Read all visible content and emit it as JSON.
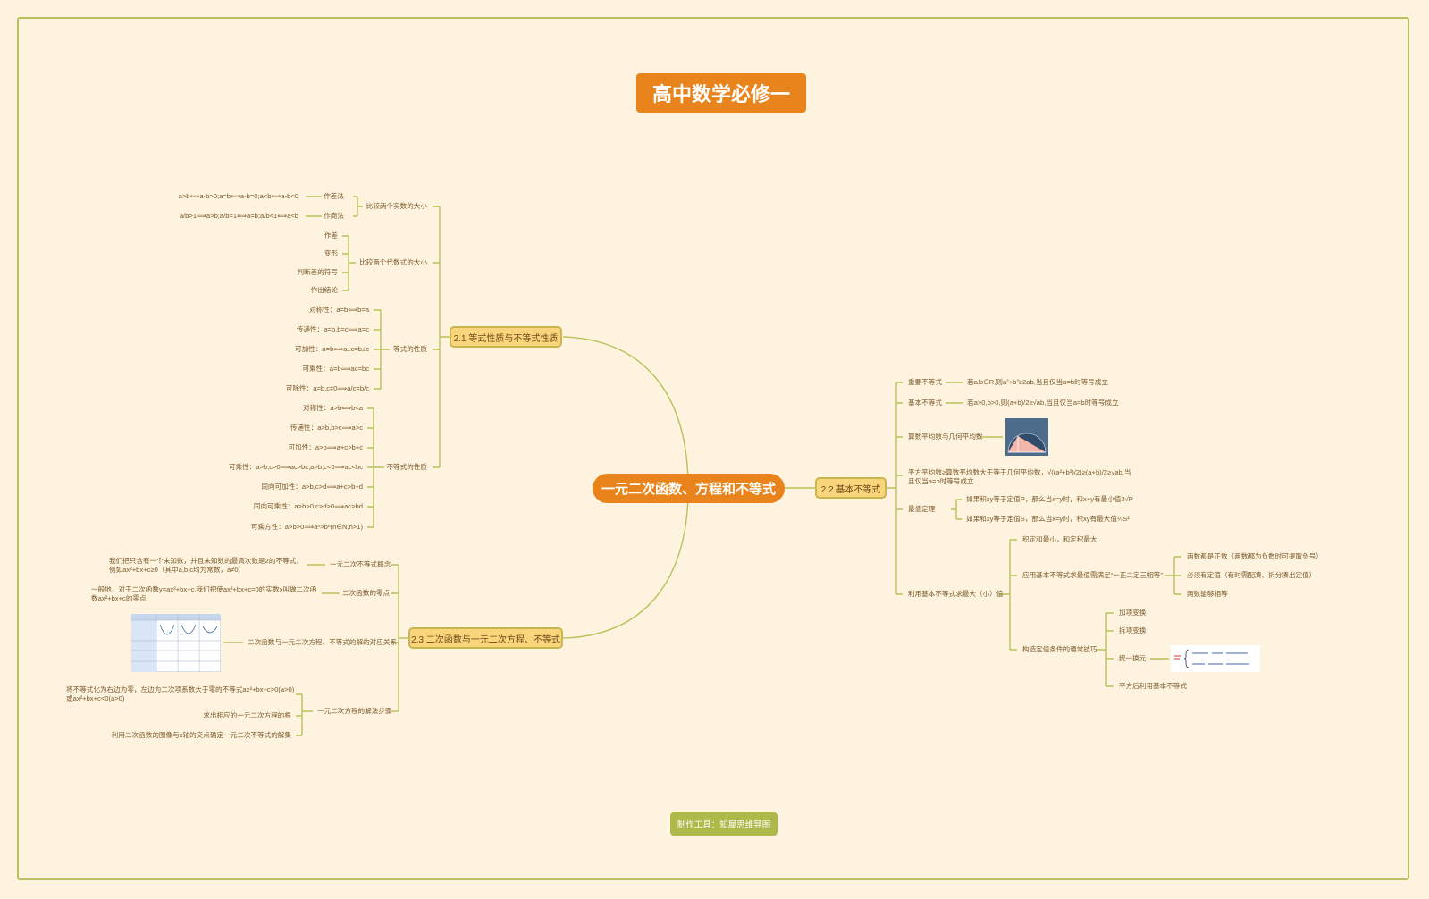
{
  "title": "高中数学必修一",
  "center": "一元二次函数、方程和不等式",
  "footer": "制作工具：知犀思维导图",
  "b1": {
    "label": "2.1 等式性质与不等式性质",
    "g1": {
      "label": "比较两个实数的大小",
      "i1": "作差法",
      "i1v": "a>b⟺a-b>0;a=b⟺a-b=0;a<b⟺a-b<0",
      "i2": "作商法",
      "i2v": "a/b>1⟺a>b;a/b=1⟺a=b;a/b<1⟺a<b"
    },
    "g2": {
      "label": "比较两个代数式的大小",
      "items": [
        "作差",
        "变形",
        "判断差的符号",
        "作出结论"
      ]
    },
    "g3": {
      "label": "等式的性质",
      "items": [
        "对称性：a=b⟺b=a",
        "传递性：a=b,b=c⟹a=c",
        "可加性：a=b⟺a±c=b±c",
        "可乘性：a=b⟹ac=bc",
        "可除性：a=b,c≠0⟹a/c=b/c"
      ]
    },
    "g4": {
      "label": "不等式的性质",
      "items": [
        "对称性：a>b⟺b<a",
        "传递性：a>b,b>c⟹a>c",
        "可加性：a>b⟹a+c>b+c",
        "可乘性：a>b,c>0⟹ac>bc;a>b,c<0⟹ac<bc",
        "同向可加性：a>b,c>d⟹a+c>b+d",
        "同向可乘性：a>b>0,c>d>0⟹ac>bd",
        "可乘方性：a>b>0⟹aⁿ>bⁿ(n∈N,n>1)"
      ]
    }
  },
  "b2": {
    "label": "2.2 基本不等式",
    "n1": "重要不等式",
    "n1v": "若a,b∈R,则a²+b²≥2ab,当且仅当a=b时等号成立",
    "n2": "基本不等式",
    "n2v": "若a>0,b>0,则(a+b)/2≥√ab,当且仅当a=b时等号成立",
    "n3": "算数平均数与几何平均数",
    "n4": "平方平均数≥算数平均数大于等于几何平均数，√((a²+b²)/2)≥(a+b)/2≥√ab,当且仅当a=b时等号成立",
    "n5": "最值定理",
    "n5a": "如果积xy等于定值P，那么当x=y时，和x+y有最小值2√P",
    "n5b": "如果和xy等于定值S，那么当x=y时，积xy有最大值¼S²",
    "n6": "利用基本不等式求最大（小）值",
    "n6a": "积定和最小，和定积最大",
    "n6b": "应用基本不等式求最值需满足“一正二定三相等”",
    "n6b_items": [
      "两数都是正数（两数都为负数时可提取负号）",
      "必须有定值（有时需配凑、拆分凑出定值）",
      "两数能够相等"
    ],
    "n6c": "构造定值条件的通常技巧",
    "n6c_items": [
      "加项变换",
      "拆项变换",
      "统一换元",
      "平方后利用基本不等式"
    ]
  },
  "b3": {
    "label": "2.3 二次函数与一元二次方程、不等式",
    "c1": "一元二次不等式概念",
    "c1v": "我们把只含有一个未知数，并且未知数的最高次数是2的不等式，例如ax²+bx+c≥0（其中a,b,c均为常数，a≠0）",
    "c2": "二次函数的零点",
    "c2v": "一般地，对于二次函数y=ax²+bx+c,我们把使ax²+bx+c=0的实数x叫做二次函数ax²+bx+c的零点",
    "c3": "二次函数与一元二次方程、不等式的解的对应关系",
    "c4": "一元二次方程的解法步骤",
    "c4_items": [
      "将不等式化为右边为零，左边为二次项系数大于零的不等式ax²+bx+c>0(a>0)或ax²+bx+c<0(a>0)",
      "求出相应的一元二次方程的根",
      "利用二次函数的图像与x轴的交点确定一元二次不等式的解集"
    ]
  },
  "colors": {
    "bg": "#fef3df",
    "orange": "#e8841b",
    "branch": "#fbd57b",
    "line": "#b9c25a",
    "text": "#7b5a2b",
    "footer": "#adb948"
  }
}
